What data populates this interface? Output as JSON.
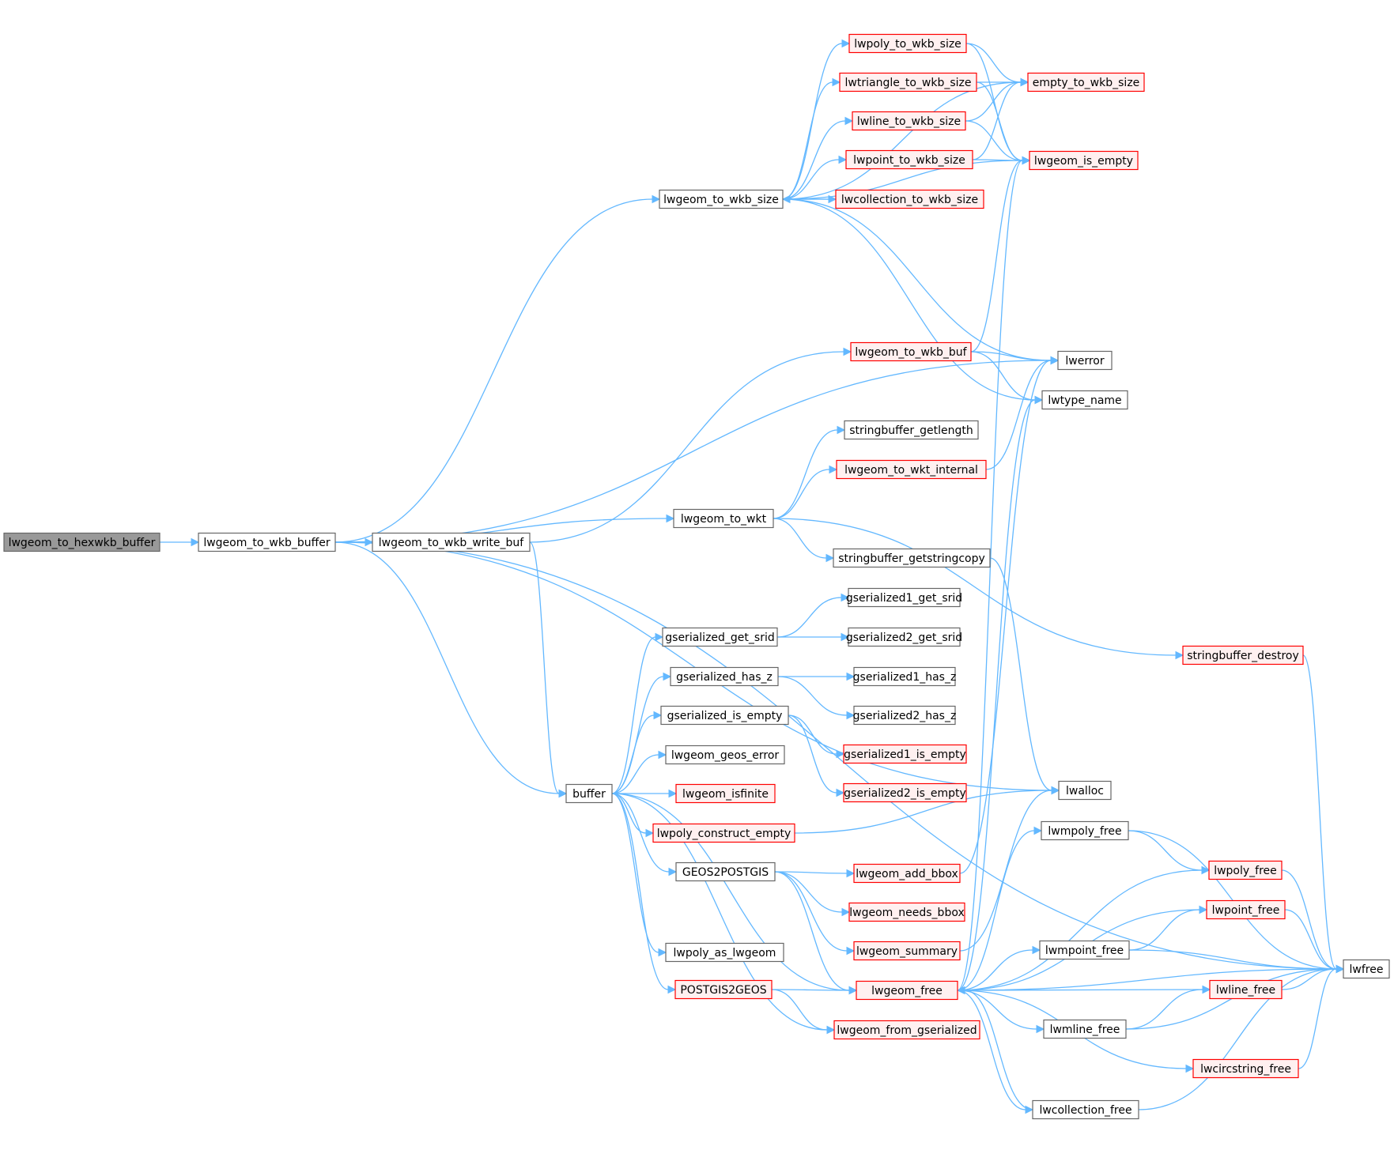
{
  "title": "",
  "colors": {
    "edge": "#63b8ff",
    "root_fill": "#999999",
    "root_stroke": "#666666",
    "node_fill": "#ffffff",
    "node_stroke": "#666666",
    "red_fill": "#fff0f0",
    "red_stroke": "#ff0000"
  },
  "nodes": [
    {
      "id": "n0",
      "label": "lwgeom_to_hexwkb_buffer",
      "style": "root"
    },
    {
      "id": "n1",
      "label": "lwgeom_to_wkb_buffer",
      "style": "normal"
    },
    {
      "id": "n2",
      "label": "lwgeom_to_wkb_size",
      "style": "normal"
    },
    {
      "id": "n3",
      "label": "lwgeom_to_wkb_write_buf",
      "style": "normal"
    },
    {
      "id": "n4",
      "label": "lwgeom_to_wkt",
      "style": "normal"
    },
    {
      "id": "n5",
      "label": "buffer",
      "style": "normal"
    },
    {
      "id": "n6",
      "label": "lwpoly_to_wkb_size",
      "style": "red"
    },
    {
      "id": "n7",
      "label": "lwtriangle_to_wkb_size",
      "style": "red"
    },
    {
      "id": "n8",
      "label": "lwline_to_wkb_size",
      "style": "red"
    },
    {
      "id": "n9",
      "label": "lwpoint_to_wkb_size",
      "style": "red"
    },
    {
      "id": "n10",
      "label": "lwcollection_to_wkb_size",
      "style": "red"
    },
    {
      "id": "n11",
      "label": "lwgeom_to_wkb_buf",
      "style": "red"
    },
    {
      "id": "n12",
      "label": "stringbuffer_getlength",
      "style": "normal"
    },
    {
      "id": "n13",
      "label": "lwgeom_to_wkt_internal",
      "style": "red"
    },
    {
      "id": "n14",
      "label": "stringbuffer_getstringcopy",
      "style": "normal"
    },
    {
      "id": "n15",
      "label": "gserialized_get_srid",
      "style": "normal"
    },
    {
      "id": "n16",
      "label": "gserialized1_get_srid",
      "style": "normal"
    },
    {
      "id": "n17",
      "label": "gserialized2_get_srid",
      "style": "normal"
    },
    {
      "id": "n18",
      "label": "gserialized_has_z",
      "style": "normal"
    },
    {
      "id": "n19",
      "label": "gserialized1_has_z",
      "style": "normal"
    },
    {
      "id": "n20",
      "label": "gserialized2_has_z",
      "style": "normal"
    },
    {
      "id": "n21",
      "label": "gserialized_is_empty",
      "style": "normal"
    },
    {
      "id": "n22",
      "label": "gserialized1_is_empty",
      "style": "red"
    },
    {
      "id": "n23",
      "label": "gserialized2_is_empty",
      "style": "red"
    },
    {
      "id": "n24",
      "label": "lwgeom_geos_error",
      "style": "normal"
    },
    {
      "id": "n25",
      "label": "lwgeom_isfinite",
      "style": "red"
    },
    {
      "id": "n26",
      "label": "lwpoly_construct_empty",
      "style": "red"
    },
    {
      "id": "n27",
      "label": "GEOS2POSTGIS",
      "style": "normal"
    },
    {
      "id": "n28",
      "label": "lwgeom_add_bbox",
      "style": "red"
    },
    {
      "id": "n29",
      "label": "lwgeom_needs_bbox",
      "style": "red"
    },
    {
      "id": "n30",
      "label": "lwgeom_summary",
      "style": "red"
    },
    {
      "id": "n31",
      "label": "lwpoly_as_lwgeom",
      "style": "normal"
    },
    {
      "id": "n32",
      "label": "POSTGIS2GEOS",
      "style": "red"
    },
    {
      "id": "n33",
      "label": "lwgeom_free",
      "style": "red"
    },
    {
      "id": "n34",
      "label": "lwgeom_from_gserialized",
      "style": "red"
    },
    {
      "id": "n35",
      "label": "empty_to_wkb_size",
      "style": "red"
    },
    {
      "id": "n36",
      "label": "lwgeom_is_empty",
      "style": "red"
    },
    {
      "id": "n37",
      "label": "lwerror",
      "style": "normal"
    },
    {
      "id": "n38",
      "label": "lwtype_name",
      "style": "normal"
    },
    {
      "id": "n39",
      "label": "stringbuffer_destroy",
      "style": "red"
    },
    {
      "id": "n40",
      "label": "lwalloc",
      "style": "normal"
    },
    {
      "id": "n41",
      "label": "lwmpoly_free",
      "style": "normal"
    },
    {
      "id": "n42",
      "label": "lwpoly_free",
      "style": "red"
    },
    {
      "id": "n43",
      "label": "lwpoint_free",
      "style": "red"
    },
    {
      "id": "n44",
      "label": "lwmpoint_free",
      "style": "normal"
    },
    {
      "id": "n45",
      "label": "lwline_free",
      "style": "red"
    },
    {
      "id": "n46",
      "label": "lwmline_free",
      "style": "normal"
    },
    {
      "id": "n47",
      "label": "lwcircstring_free",
      "style": "red"
    },
    {
      "id": "n48",
      "label": "lwcollection_free",
      "style": "normal"
    },
    {
      "id": "n49",
      "label": "lwfree",
      "style": "normal"
    }
  ],
  "edges": [
    [
      "n0",
      "n1"
    ],
    [
      "n1",
      "n2"
    ],
    [
      "n1",
      "n3"
    ],
    [
      "n1",
      "n4"
    ],
    [
      "n1",
      "n5"
    ],
    [
      "n1",
      "n37"
    ],
    [
      "n1",
      "n40"
    ],
    [
      "n1",
      "n49"
    ],
    [
      "n2",
      "n6"
    ],
    [
      "n2",
      "n7"
    ],
    [
      "n2",
      "n8"
    ],
    [
      "n2",
      "n9"
    ],
    [
      "n2",
      "n10"
    ],
    [
      "n2",
      "n35"
    ],
    [
      "n2",
      "n36"
    ],
    [
      "n2",
      "n37"
    ],
    [
      "n2",
      "n38"
    ],
    [
      "n3",
      "n11"
    ],
    [
      "n3",
      "n5"
    ],
    [
      "n4",
      "n12"
    ],
    [
      "n4",
      "n13"
    ],
    [
      "n4",
      "n14"
    ],
    [
      "n4",
      "n39"
    ],
    [
      "n5",
      "n15"
    ],
    [
      "n5",
      "n18"
    ],
    [
      "n5",
      "n21"
    ],
    [
      "n5",
      "n24"
    ],
    [
      "n5",
      "n25"
    ],
    [
      "n5",
      "n26"
    ],
    [
      "n5",
      "n27"
    ],
    [
      "n5",
      "n31"
    ],
    [
      "n5",
      "n32"
    ],
    [
      "n5",
      "n33"
    ],
    [
      "n5",
      "n34"
    ],
    [
      "n6",
      "n35"
    ],
    [
      "n6",
      "n36"
    ],
    [
      "n7",
      "n35"
    ],
    [
      "n7",
      "n36"
    ],
    [
      "n8",
      "n35"
    ],
    [
      "n8",
      "n36"
    ],
    [
      "n9",
      "n35"
    ],
    [
      "n9",
      "n36"
    ],
    [
      "n10",
      "n2"
    ],
    [
      "n11",
      "n36"
    ],
    [
      "n11",
      "n37"
    ],
    [
      "n11",
      "n38"
    ],
    [
      "n13",
      "n37"
    ],
    [
      "n14",
      "n40"
    ],
    [
      "n15",
      "n16"
    ],
    [
      "n15",
      "n17"
    ],
    [
      "n18",
      "n19"
    ],
    [
      "n18",
      "n20"
    ],
    [
      "n21",
      "n22"
    ],
    [
      "n21",
      "n23"
    ],
    [
      "n26",
      "n40"
    ],
    [
      "n27",
      "n28"
    ],
    [
      "n27",
      "n29"
    ],
    [
      "n27",
      "n30"
    ],
    [
      "n27",
      "n33"
    ],
    [
      "n28",
      "n37"
    ],
    [
      "n30",
      "n40"
    ],
    [
      "n32",
      "n33"
    ],
    [
      "n32",
      "n34"
    ],
    [
      "n33",
      "n36"
    ],
    [
      "n33",
      "n38"
    ],
    [
      "n33",
      "n41"
    ],
    [
      "n33",
      "n42"
    ],
    [
      "n33",
      "n43"
    ],
    [
      "n33",
      "n44"
    ],
    [
      "n33",
      "n45"
    ],
    [
      "n33",
      "n46"
    ],
    [
      "n33",
      "n47"
    ],
    [
      "n33",
      "n48"
    ],
    [
      "n33",
      "n49"
    ],
    [
      "n39",
      "n49"
    ],
    [
      "n41",
      "n42"
    ],
    [
      "n41",
      "n49"
    ],
    [
      "n42",
      "n49"
    ],
    [
      "n43",
      "n49"
    ],
    [
      "n44",
      "n43"
    ],
    [
      "n44",
      "n49"
    ],
    [
      "n45",
      "n49"
    ],
    [
      "n46",
      "n45"
    ],
    [
      "n46",
      "n49"
    ],
    [
      "n47",
      "n49"
    ],
    [
      "n48",
      "n33"
    ],
    [
      "n48",
      "n49"
    ]
  ]
}
